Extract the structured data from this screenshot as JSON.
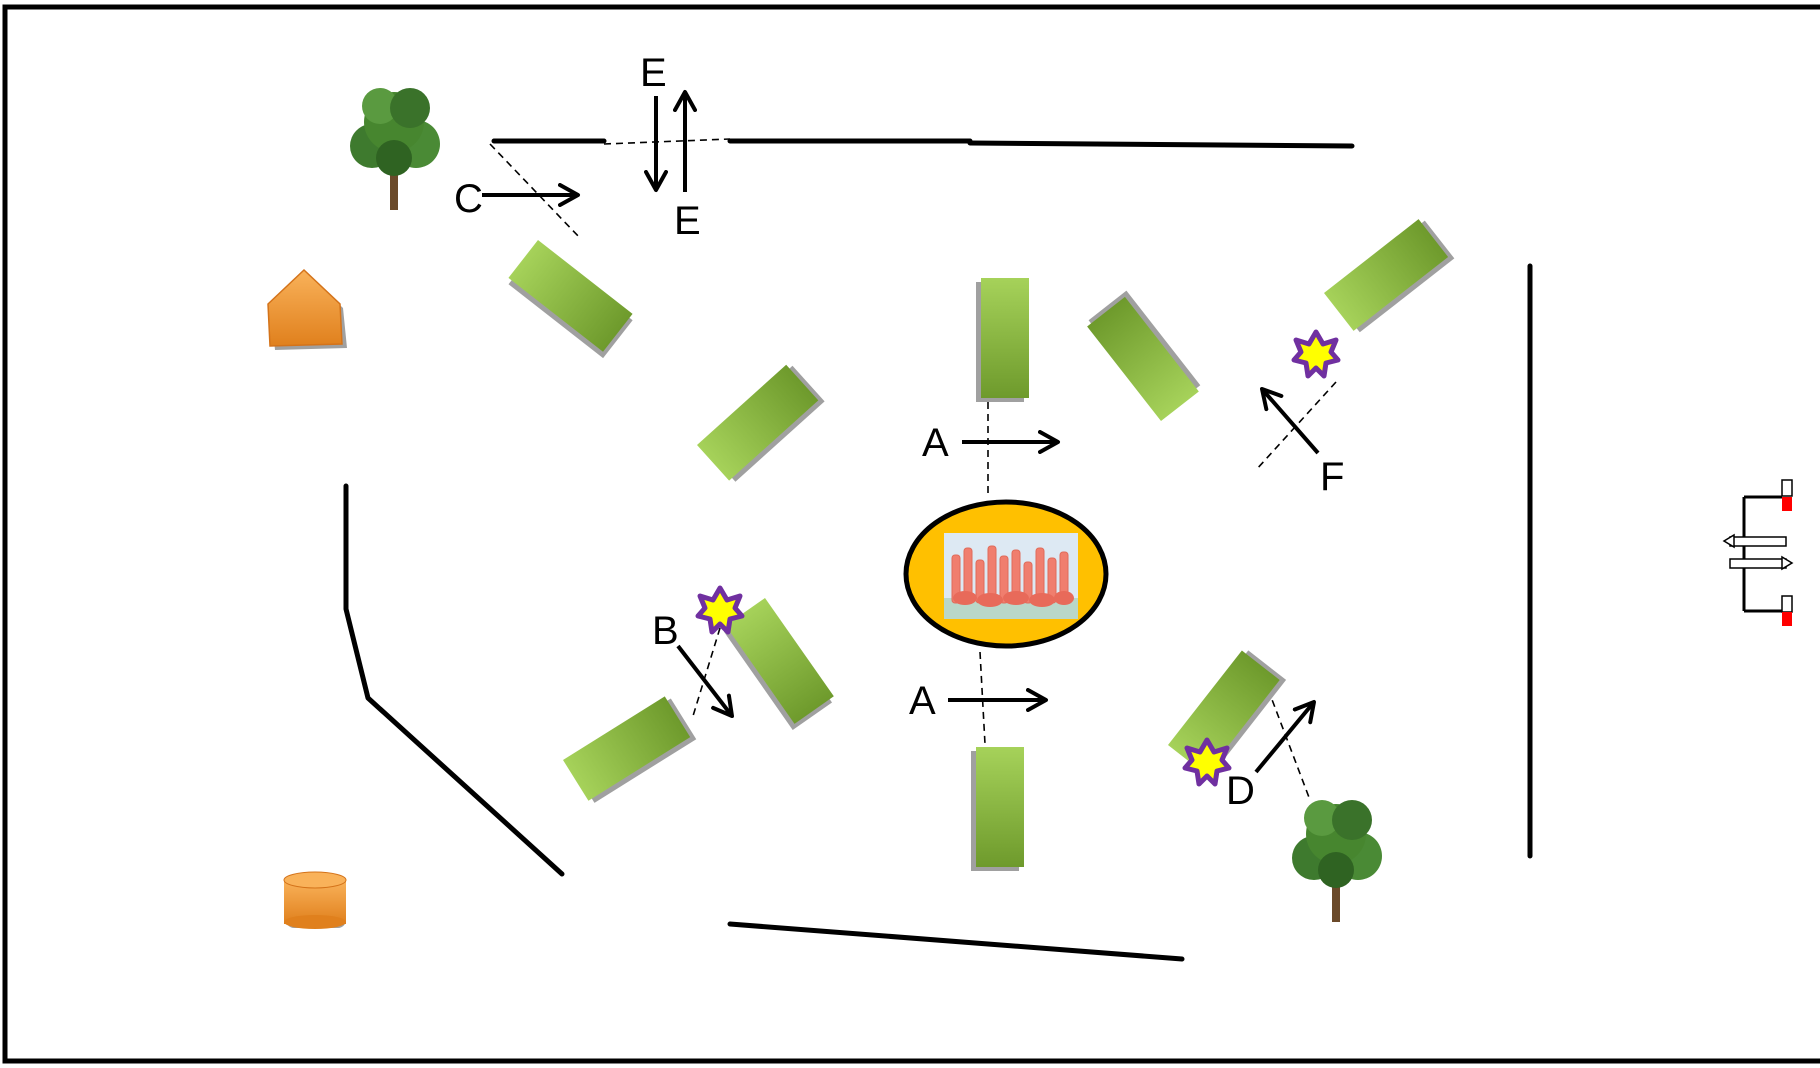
{
  "labels": {
    "a_top": "A",
    "a_bottom": "A",
    "b": "B",
    "c": "C",
    "d": "D",
    "e_top": "E",
    "e_bottom": "E",
    "f": "F"
  },
  "icons": {
    "tree": "tree-icon",
    "house": "house-icon",
    "cylinder": "cylinder-icon",
    "star": "star-icon",
    "flamingos": "flamingo-flock-icon",
    "feeder": "feeder-icon"
  },
  "colors": {
    "panel_green": "#8cbf3f",
    "panel_green_dark": "#6e9a2c",
    "panel_shadow": "#a0a0a0",
    "oval_fill": "#ffc000",
    "orange": "#f39c33",
    "star_fill": "#ffff00",
    "star_stroke": "#7030a0",
    "feeder_red": "#ff0000",
    "line": "#000000",
    "tree_foliage": "#3e7a2e",
    "tree_trunk": "#6b4a2a",
    "flamingo": "#f07e6e",
    "photo_sky": "#dde9f3"
  }
}
